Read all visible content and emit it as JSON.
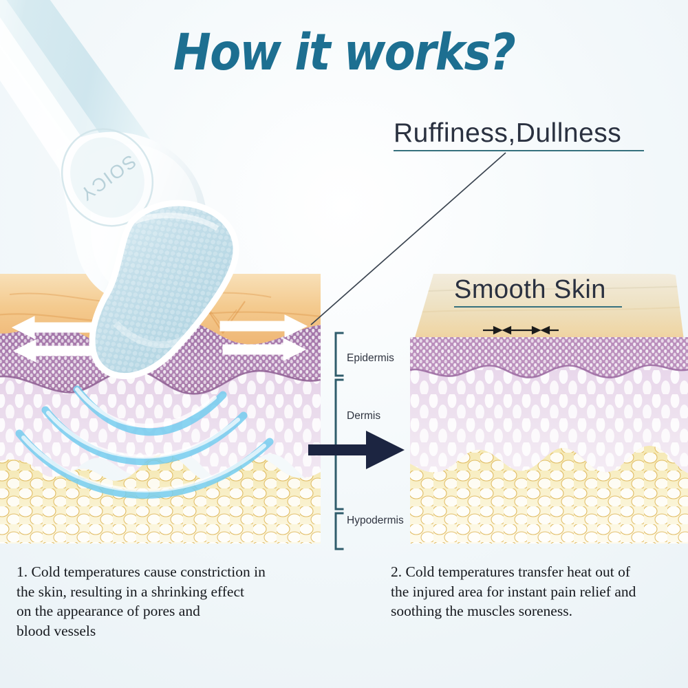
{
  "page": {
    "title": "How it works?",
    "background_color": "#eef4f7",
    "accent_color": "#1d6f91",
    "rule_color": "#35707d",
    "arrow_color": "#1c2541"
  },
  "device": {
    "name": "ice-roller",
    "brand_logo_text": "SOICY",
    "handle_color": "#dcebf0",
    "roller_color": "#c3dde8"
  },
  "callouts": {
    "rough": {
      "label": "Ruffiness,Dullness"
    },
    "smooth": {
      "label": "Smooth Skin"
    }
  },
  "skin_layers": [
    {
      "name": "Epidermis",
      "label": "Epidermis",
      "color": "#a97cad"
    },
    {
      "name": "Dermis",
      "label": "Dermis",
      "color": "#e9d9ea"
    },
    {
      "name": "Hypodermis",
      "label": "Hypodermis",
      "color": "#f6eec2"
    }
  ],
  "panels": {
    "left": {
      "name": "before-panel",
      "surface_state": "rough",
      "arrows": "white-double-arrows-outward",
      "waves": 3
    },
    "right": {
      "name": "after-panel",
      "surface_state": "smooth",
      "arrows": "black-small-arrows-inward"
    }
  },
  "captions": {
    "one": "1. Cold temperatures cause constriction in\nthe skin, resulting in a shrinking effect\non the appearance of pores and\nblood vessels",
    "two": "2. Cold temperatures transfer heat out of\nthe injured area for instant pain relief and\nsoothing the muscles soreness."
  }
}
